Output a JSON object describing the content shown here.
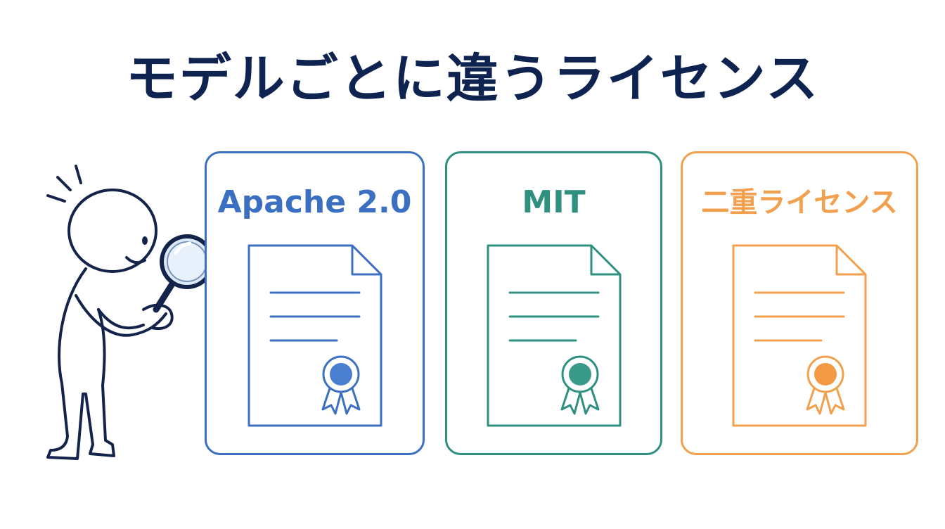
{
  "title": "モデルごとに違うライセンス",
  "colors": {
    "title": "#0f2350",
    "ink": "#13234a"
  },
  "cards": [
    {
      "label": "Apache 2.0",
      "color": "#3b6fc1",
      "fill": "#4a7fcf",
      "icon": "document-with-ribbon-icon"
    },
    {
      "label": "MIT",
      "color": "#2f9080",
      "fill": "#3a9a8a",
      "icon": "document-with-ribbon-icon"
    },
    {
      "label": "二重ライセンス",
      "color": "#f2a04e",
      "fill": "#f39a45",
      "icon": "document-with-ribbon-icon"
    }
  ],
  "figure_icon": "person-with-magnifying-glass-icon"
}
